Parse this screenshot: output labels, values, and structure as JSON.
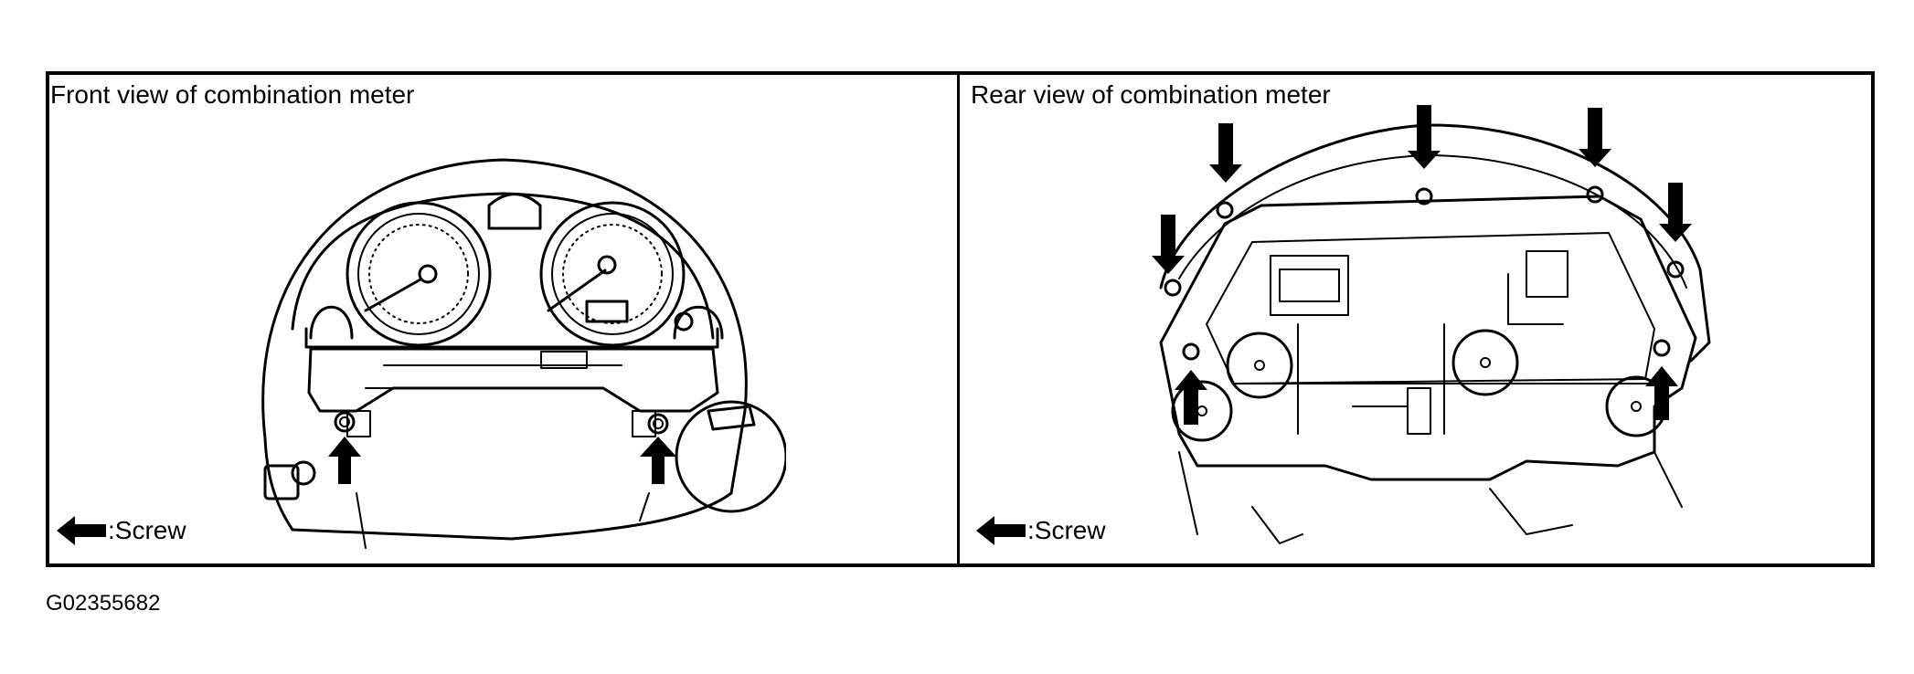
{
  "front_panel": {
    "title": "Front view of combination meter",
    "legend_icon": "arrow-left-icon",
    "legend_label": ":Screw"
  },
  "rear_panel": {
    "title": "Rear view of combination meter",
    "legend_icon": "arrow-left-icon",
    "legend_label": ":Screw"
  },
  "figure_id": "G02355682",
  "colors": {
    "line": "#000000",
    "background": "#ffffff"
  }
}
